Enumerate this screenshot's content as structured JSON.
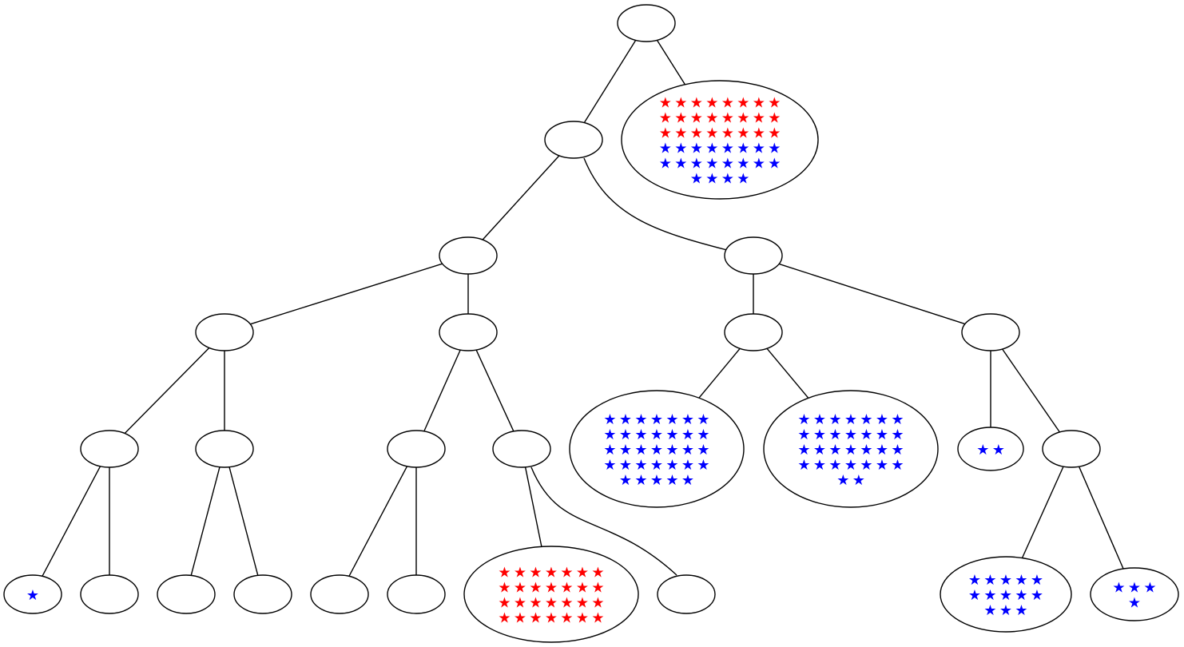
{
  "colors": {
    "red": "#ff0000",
    "blue": "#0000ff",
    "stroke": "#000000",
    "fill": "#ffffff"
  },
  "star_glyph": "★",
  "tree": {
    "nodes": [
      {
        "id": "root",
        "red": 0,
        "blue": 0
      },
      {
        "id": "n1",
        "red": 0,
        "blue": 0
      },
      {
        "id": "leaf-top-right",
        "red": 24,
        "blue": 20
      },
      {
        "id": "n2",
        "red": 0,
        "blue": 0
      },
      {
        "id": "n3",
        "red": 0,
        "blue": 0
      },
      {
        "id": "n4",
        "red": 0,
        "blue": 0
      },
      {
        "id": "n5",
        "red": 0,
        "blue": 0
      },
      {
        "id": "n6",
        "red": 0,
        "blue": 0
      },
      {
        "id": "n7",
        "red": 0,
        "blue": 0
      },
      {
        "id": "n8",
        "red": 0,
        "blue": 0
      },
      {
        "id": "n9",
        "red": 0,
        "blue": 0
      },
      {
        "id": "n10",
        "red": 0,
        "blue": 0
      },
      {
        "id": "n11",
        "red": 0,
        "blue": 0
      },
      {
        "id": "leaf-a",
        "red": 0,
        "blue": 1
      },
      {
        "id": "leaf-b",
        "red": 0,
        "blue": 0
      },
      {
        "id": "leaf-c",
        "red": 0,
        "blue": 0
      },
      {
        "id": "leaf-d",
        "red": 0,
        "blue": 0
      },
      {
        "id": "leaf-e",
        "red": 0,
        "blue": 0
      },
      {
        "id": "leaf-f",
        "red": 0,
        "blue": 0
      },
      {
        "id": "leaf-g",
        "red": 28,
        "blue": 0
      },
      {
        "id": "leaf-h",
        "red": 0,
        "blue": 0
      },
      {
        "id": "leaf-i",
        "red": 0,
        "blue": 33
      },
      {
        "id": "leaf-j",
        "red": 0,
        "blue": 30
      },
      {
        "id": "leaf-k",
        "red": 0,
        "blue": 2
      },
      {
        "id": "leaf-l",
        "red": 0,
        "blue": 13
      },
      {
        "id": "leaf-m",
        "red": 0,
        "blue": 4
      }
    ],
    "edges": [
      [
        "root",
        "n1"
      ],
      [
        "root",
        "leaf-top-right"
      ],
      [
        "n1",
        "n2"
      ],
      [
        "n1",
        "n3"
      ],
      [
        "n2",
        "n4"
      ],
      [
        "n2",
        "n5"
      ],
      [
        "n3",
        "n6"
      ],
      [
        "n3",
        "n7"
      ],
      [
        "n4",
        "n8"
      ],
      [
        "n4",
        "n9"
      ],
      [
        "n5",
        "n10"
      ],
      [
        "n5",
        "n11"
      ],
      [
        "n6",
        "leaf-i"
      ],
      [
        "n6",
        "leaf-j"
      ],
      [
        "n7",
        "leaf-k"
      ],
      [
        "n7",
        "n12"
      ],
      [
        "n8",
        "leaf-a"
      ],
      [
        "n8",
        "leaf-b"
      ],
      [
        "n9",
        "leaf-c"
      ],
      [
        "n9",
        "leaf-d"
      ],
      [
        "n10",
        "leaf-e"
      ],
      [
        "n10",
        "leaf-f"
      ],
      [
        "n11",
        "leaf-g"
      ],
      [
        "n11",
        "leaf-h"
      ],
      [
        "n12",
        "leaf-l"
      ],
      [
        "n12",
        "leaf-m"
      ]
    ],
    "extra_nodes": [
      {
        "id": "n12",
        "red": 0,
        "blue": 0
      }
    ]
  }
}
